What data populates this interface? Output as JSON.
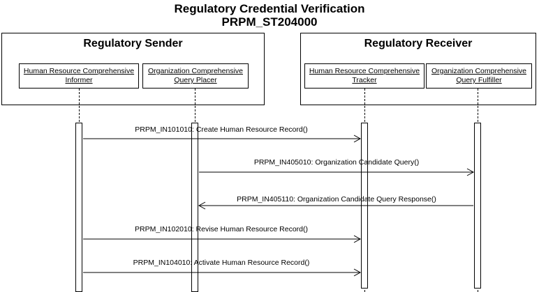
{
  "diagram": {
    "title": "Regulatory Credential Verification",
    "subtitle": "PRPM_ST204000"
  },
  "groups": {
    "sender": {
      "label": "Regulatory Sender"
    },
    "receiver": {
      "label": "Regulatory Receiver"
    }
  },
  "roles": {
    "hr_informer": "Human Resource Comprehensive Informer",
    "org_query_placer": "Organization Comprehensive Query Placer",
    "hr_tracker": "Human Resource Comprehensive Tracker",
    "org_query_fulfiller": "Organization Comprehensive Query Fulfiller"
  },
  "messages": [
    {
      "label": "PRPM_IN101010: Create Human Resource Record()",
      "from": "hr_informer",
      "to": "hr_tracker"
    },
    {
      "label": "PRPM_IN405010: Organization Candidate Query()",
      "from": "org_query_placer",
      "to": "org_query_fulfiller"
    },
    {
      "label": "PRPM_IN405110: Organization Candidate Query Response()",
      "from": "org_query_fulfiller",
      "to": "org_query_placer"
    },
    {
      "label": "PRPM_IN102010: Revise Human Resource Record()",
      "from": "hr_informer",
      "to": "hr_tracker"
    },
    {
      "label": "PRPM_IN104010: Activate Human Resource Record()",
      "from": "hr_informer",
      "to": "hr_tracker"
    }
  ]
}
